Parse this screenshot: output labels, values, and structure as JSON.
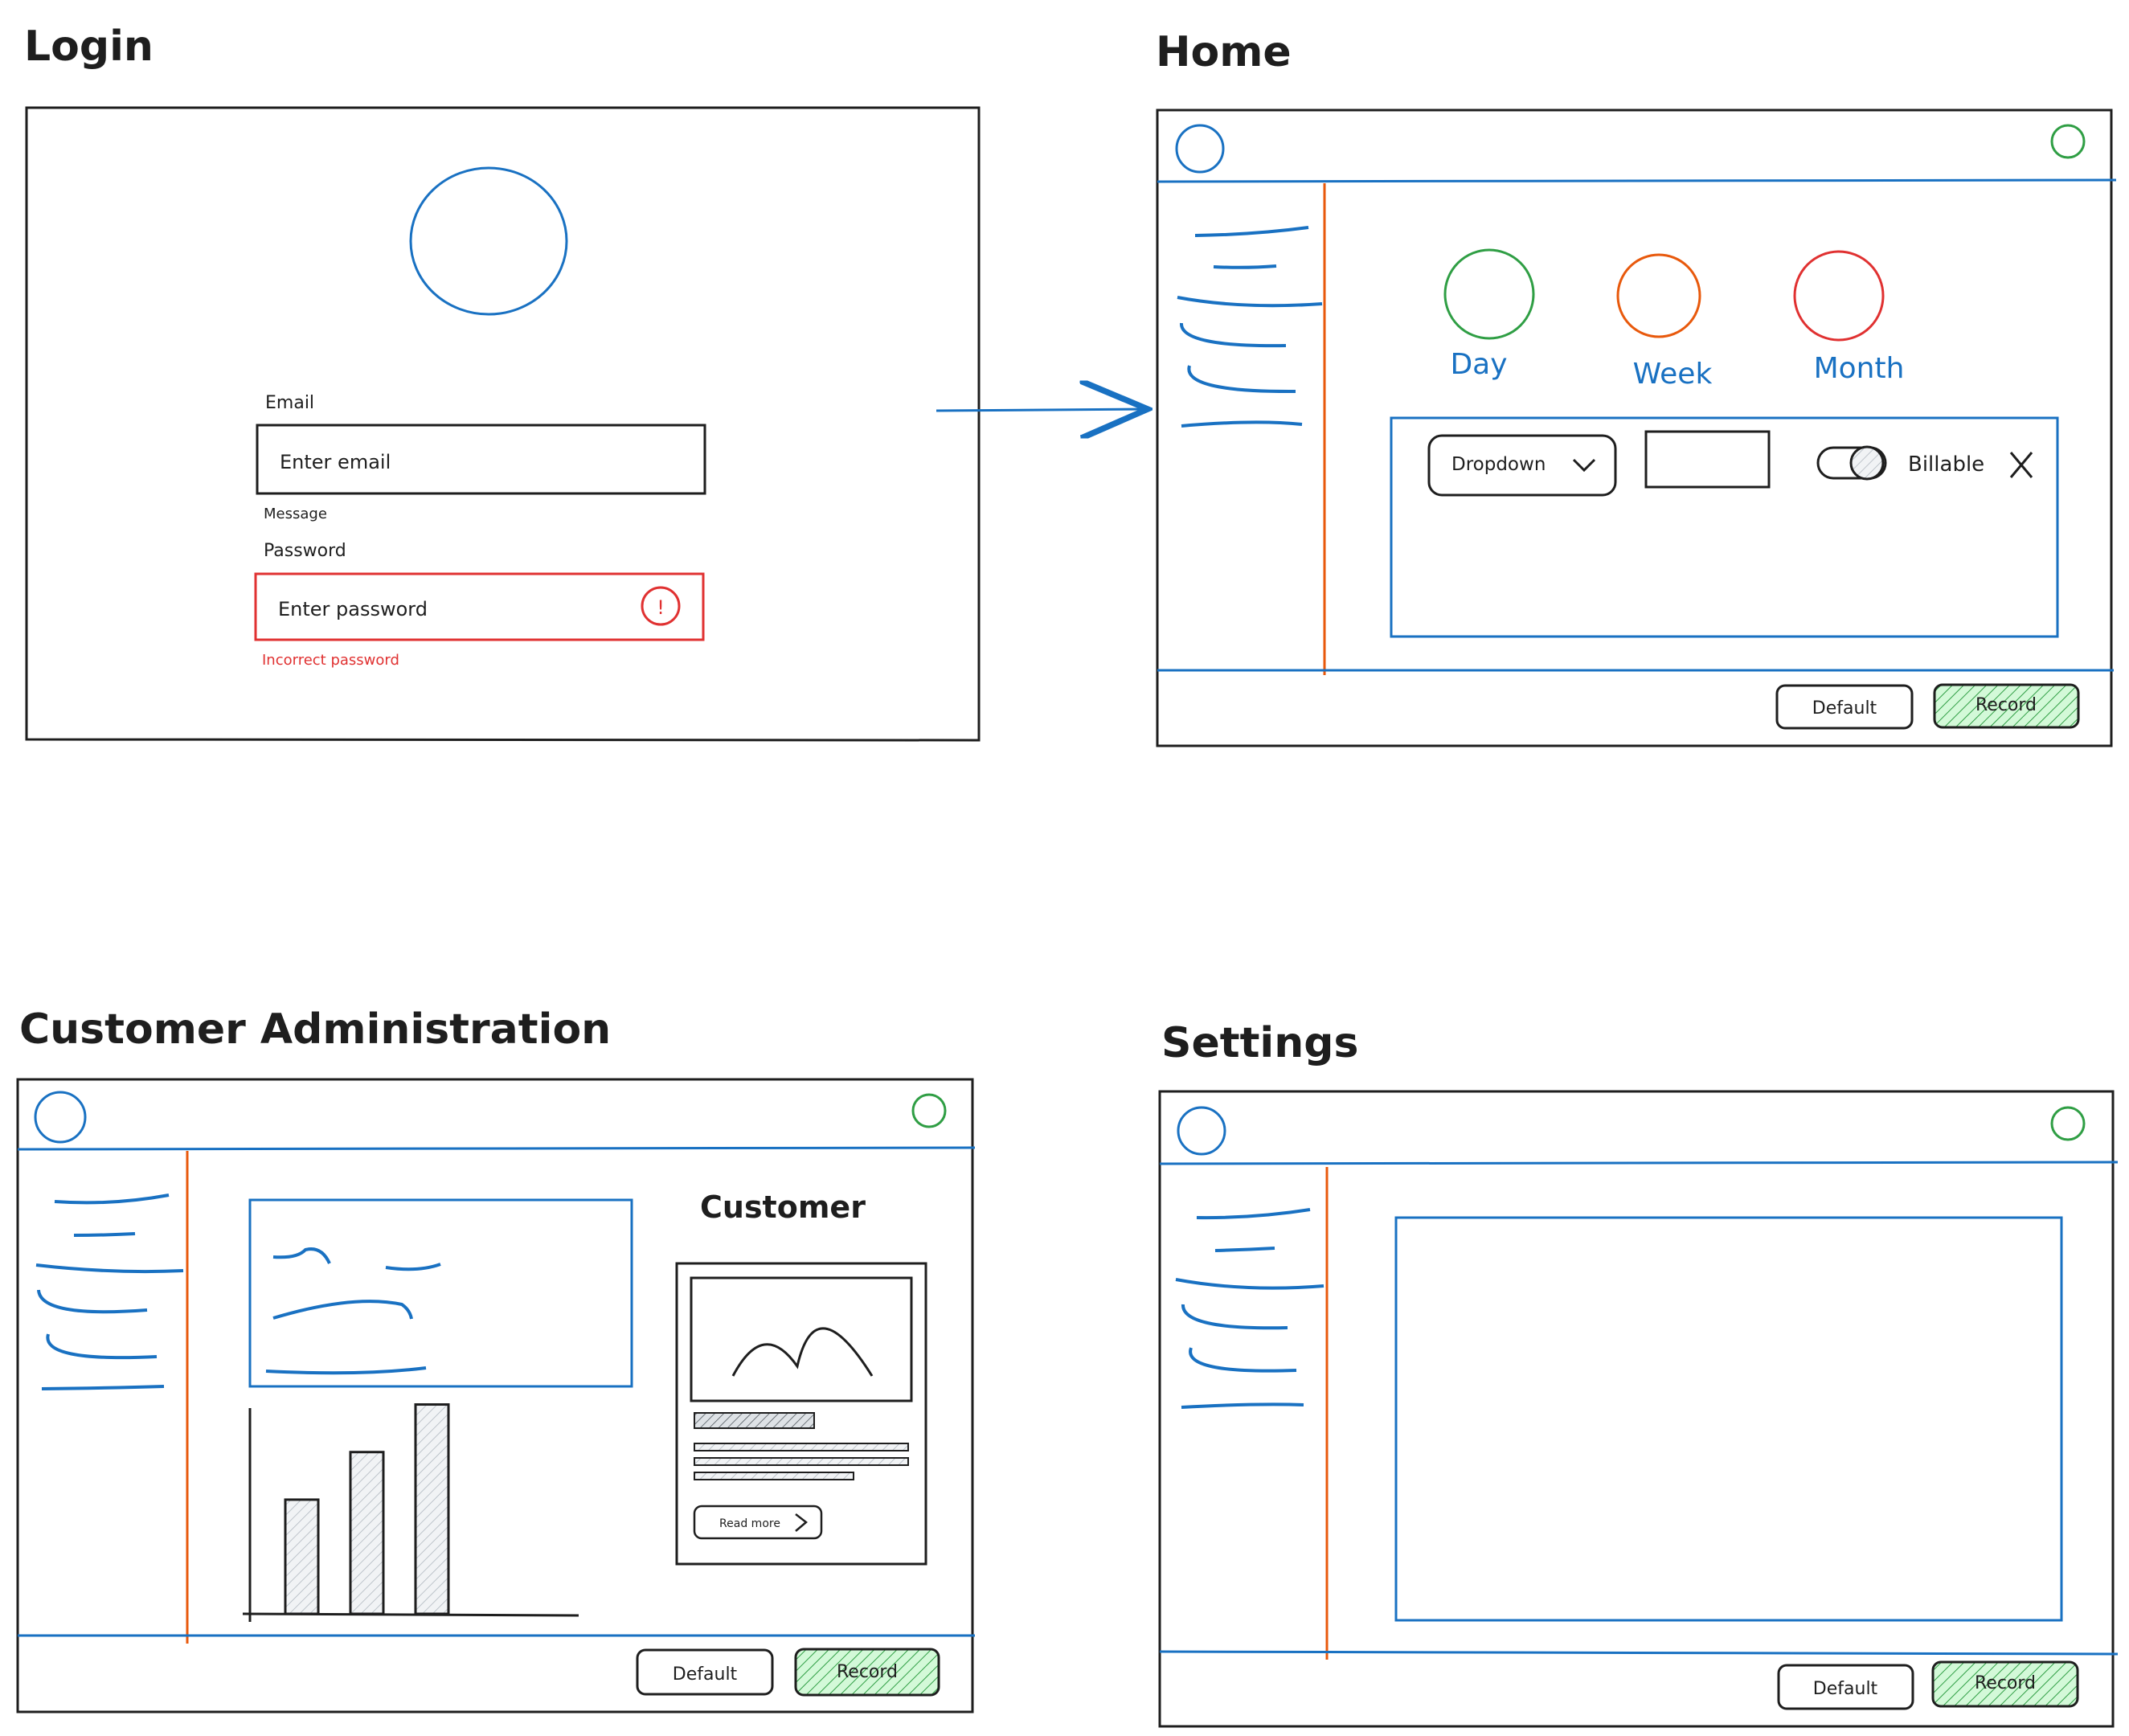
{
  "colors": {
    "ink": "#1e1e1e",
    "blue": "#1971c2",
    "orange": "#e8590c",
    "green": "#2f9e44",
    "red": "#e03131",
    "record_fill": "#b2f2bb",
    "hatch_grey": "#adb5bd"
  },
  "login": {
    "title": "Login",
    "email_label": "Email",
    "email_placeholder": "Enter email",
    "message_label": "Message",
    "password_label": "Password",
    "password_placeholder": "Enter password",
    "error_icon": "!",
    "error_text": "Incorrect password"
  },
  "home": {
    "title": "Home",
    "periods": [
      "Day",
      "Week",
      "Month"
    ],
    "dropdown_label": "Dropdown",
    "billable_label": "Billable",
    "close_icon": "close-icon",
    "default_button": "Default",
    "record_button": "Record"
  },
  "customer_admin": {
    "title": "Customer Administration",
    "card_heading": "Customer",
    "read_more": "Read more",
    "chart_data": {
      "type": "bar",
      "categories": [
        "",
        "",
        ""
      ],
      "values": [
        48,
        68,
        88
      ],
      "title": "",
      "xlabel": "",
      "ylabel": "",
      "ylim": [
        0,
        100
      ]
    },
    "default_button": "Default",
    "record_button": "Record"
  },
  "settings": {
    "title": "Settings",
    "default_button": "Default",
    "record_button": "Record"
  }
}
